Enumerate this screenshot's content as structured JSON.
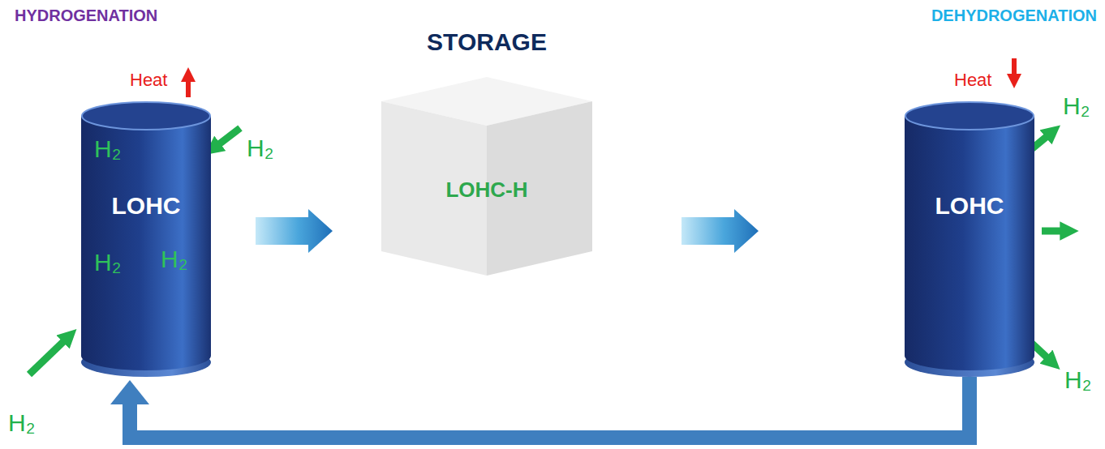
{
  "diagram": {
    "nodes": [
      {
        "text": [
          "H₂",
          "LOHC",
          "H₂",
          "H₂"
        ]
      },
      {
        "text": [
          "STORAGE"
        ]
      },
      {
        "text": [
          "LOHC-H"
        ],
        "in": 1
      },
      {
        "text": [
          "LOHC"
        ]
      }
    ],
    "edges": [
      {
        "from": 0,
        "to": 1,
        "arrow": "to"
      },
      {
        "from": 1,
        "to": 3,
        "arrow": "to"
      },
      {
        "from": 3,
        "to": 0,
        "arrow": "to"
      }
    ],
    "labels": [
      "HYDROGENATION",
      "DEHYDROGENATION",
      "Heat",
      "Heat",
      "H₂",
      "H₂",
      "H₂",
      "H₂"
    ]
  }
}
